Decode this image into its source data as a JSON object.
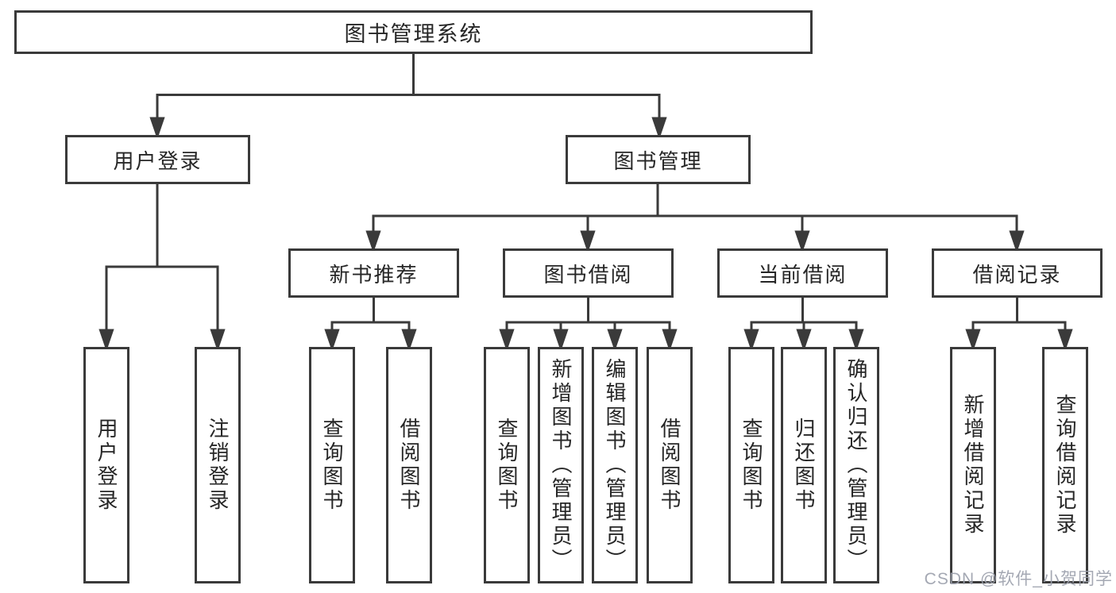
{
  "diagram": {
    "root": "图书管理系统",
    "branches": [
      {
        "label": "用户登录",
        "children": [
          "用户登录",
          "注销登录"
        ]
      },
      {
        "label": "图书管理",
        "sections": [
          {
            "label": "新书推荐",
            "children": [
              "查询图书",
              "借阅图书"
            ]
          },
          {
            "label": "图书借阅",
            "children": [
              "查询图书",
              "新增图书（管理员）",
              "编辑图书（管理员）",
              "借阅图书"
            ]
          },
          {
            "label": "当前借阅",
            "children": [
              "查询图书",
              "归还图书",
              "确认归还（管理员）"
            ]
          },
          {
            "label": "借阅记录",
            "children": [
              "新增借阅记录",
              "查询借阅记录"
            ]
          }
        ]
      }
    ]
  },
  "watermark": {
    "text": "CSDN @软件_小贺同学"
  },
  "colors": {
    "line": "#3a3a3a",
    "text": "#262626",
    "watermark": "#9ca1ac",
    "background": "#ffffff"
  }
}
